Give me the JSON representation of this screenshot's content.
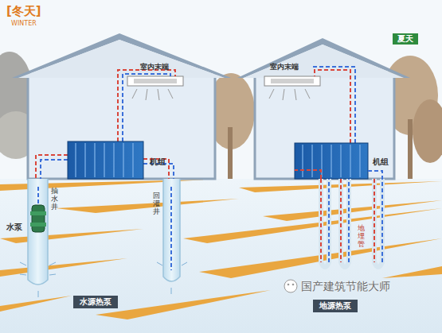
{
  "diagram": {
    "nodes": [
      {
        "text": [
          "夏天"
        ]
      },
      {
        "text": [
          "水源热泵"
        ]
      },
      {
        "text": [
          "地源热泵"
        ]
      }
    ],
    "labels": [
      "[冬天]",
      "WINTER",
      "室内末端",
      "室内末端",
      "机组",
      "机组",
      "抽水井",
      "水泵",
      "回灌井",
      "地埋管",
      "国产建筑节能大师"
    ]
  }
}
